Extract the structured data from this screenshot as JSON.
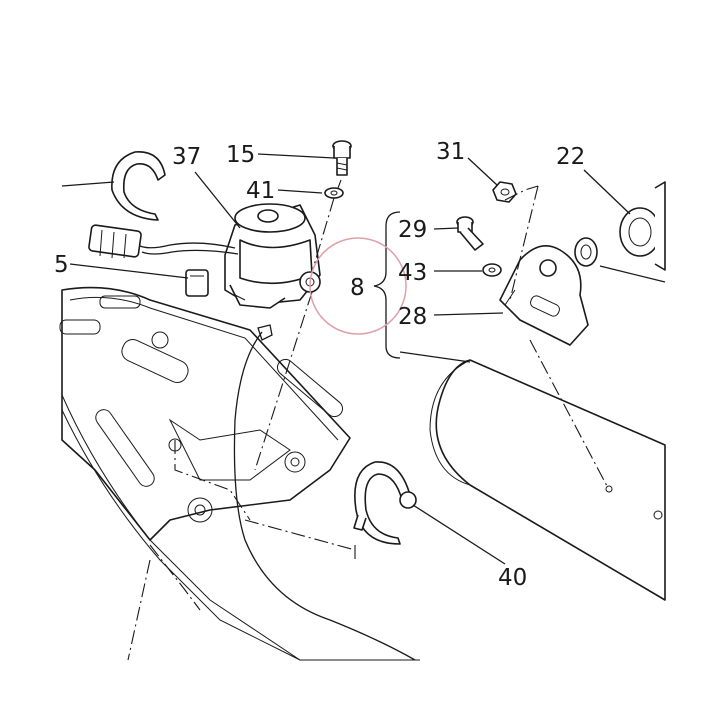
{
  "callouts": {
    "c37": "37",
    "c15": "15",
    "c41": "41",
    "c31": "31",
    "c22": "22",
    "c29": "29",
    "c43": "43",
    "c8": "8",
    "c28": "28",
    "c5": "5",
    "c40": "40"
  },
  "highlight_color": "#e0a0a8",
  "line_color": "#1a1a1a"
}
